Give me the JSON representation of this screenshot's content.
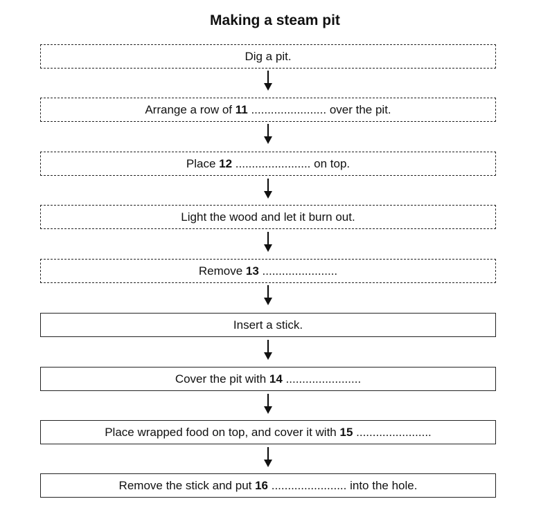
{
  "title": "Making a steam pit",
  "steps": [
    {
      "pre": "Dig a pit.",
      "num": "",
      "dots": "",
      "post": ""
    },
    {
      "pre": "Arrange a row of ",
      "num": "11",
      "dots": " .......................",
      "post": " over the pit."
    },
    {
      "pre": "Place ",
      "num": "12",
      "dots": " .......................",
      "post": " on top."
    },
    {
      "pre": "Light the wood and let it burn out.",
      "num": "",
      "dots": "",
      "post": ""
    },
    {
      "pre": "Remove ",
      "num": "13",
      "dots": " .......................",
      "post": ""
    },
    {
      "pre": "Insert a stick.",
      "num": "",
      "dots": "",
      "post": ""
    },
    {
      "pre": "Cover the pit with ",
      "num": "14",
      "dots": " .......................",
      "post": ""
    },
    {
      "pre": "Place wrapped food on top, and cover it with ",
      "num": "15",
      "dots": " .......................",
      "post": ""
    },
    {
      "pre": "Remove the stick and put ",
      "num": "16",
      "dots": " .......................",
      "post": " into the hole."
    }
  ]
}
